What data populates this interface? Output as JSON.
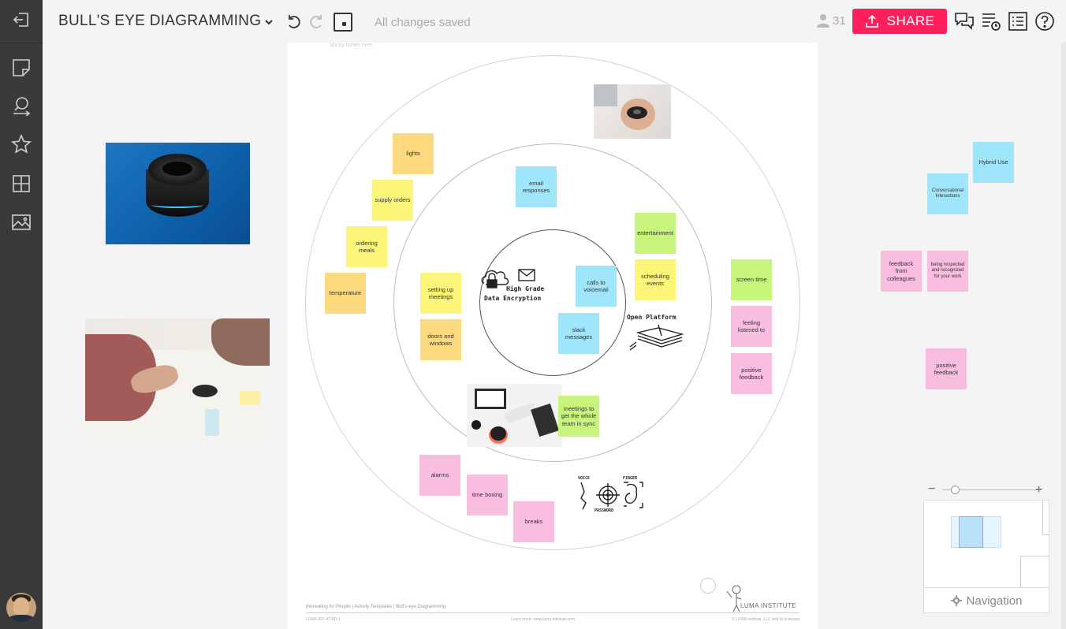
{
  "topbar": {
    "title": "BULL'S EYE DIAGRAMMING",
    "status": "All changes saved",
    "user_count": "31",
    "share_label": "SHARE"
  },
  "colors": {
    "sidebar": "#3a3a3a",
    "share": "#ff1f5a",
    "sticky_yellow": "#fbf57a",
    "sticky_orange": "#fdd97e",
    "sticky_blue": "#9fe6fa",
    "sticky_green": "#c7f47b",
    "sticky_pink": "#f9bde0"
  },
  "icons": {
    "sidebar": [
      "exit-icon",
      "sticky-note-icon",
      "comment-icon",
      "star-icon",
      "grid-icon",
      "image-icon"
    ],
    "topbar": [
      "chevron-down-icon",
      "undo-icon",
      "redo-icon",
      "frame-icon",
      "user-icon",
      "upload-icon",
      "chat-icon",
      "activity-icon",
      "list-icon",
      "help-icon"
    ]
  },
  "board": {
    "faint_header": "Sticky Notes here",
    "footer_title": "Innovating for People | Activity Templates | Bull's-eye Diagramming",
    "footer_code": "LUMA-IFP-AT-BD-1",
    "footer_learn": "Learn more: www.luma-institute.com",
    "footer_copy": "© LUMA Institute, LLC and its licensors",
    "luma_logo": "LUMA INSTITUTE"
  },
  "stickies": {
    "lights": "lights",
    "supply_orders": "supply orders",
    "ordering_meals": "ordering meals",
    "temperature": "temperature",
    "setting_up_meetings": "setting up meetings",
    "doors_windows": "doors and windows",
    "email_responses": "email responses",
    "entertainment": "entertainment",
    "scheduling_events": "scheduling events",
    "calls_voicemail": "calls to voicemail",
    "slack_messages": "slack messages",
    "screen_time": "screen time",
    "feeling_listened": "feeling listened to",
    "positive_feedback": "positive feedback",
    "meetings_sync": "meetings to get the whole team in sync",
    "alarms": "alarms",
    "time_boxing": "time boxing",
    "breaks": "breaks",
    "hybrid_use": "Hybrid Use",
    "conversational": "Conversational Interactions",
    "feedback_colleagues": "feedback from colleagues",
    "respected": "being respected and recognized for your work",
    "positive_feedback_right": "positive feedback"
  },
  "sketches": {
    "encrypt_line1": "High Grade",
    "encrypt_line2": "Data Encryption",
    "platform": "Open Platform",
    "voice": "VOICE",
    "finger": "FINGER",
    "password": "PASSWORD"
  },
  "navigation": {
    "label": "Navigation",
    "zoom_minus": "−",
    "zoom_plus": "+"
  }
}
